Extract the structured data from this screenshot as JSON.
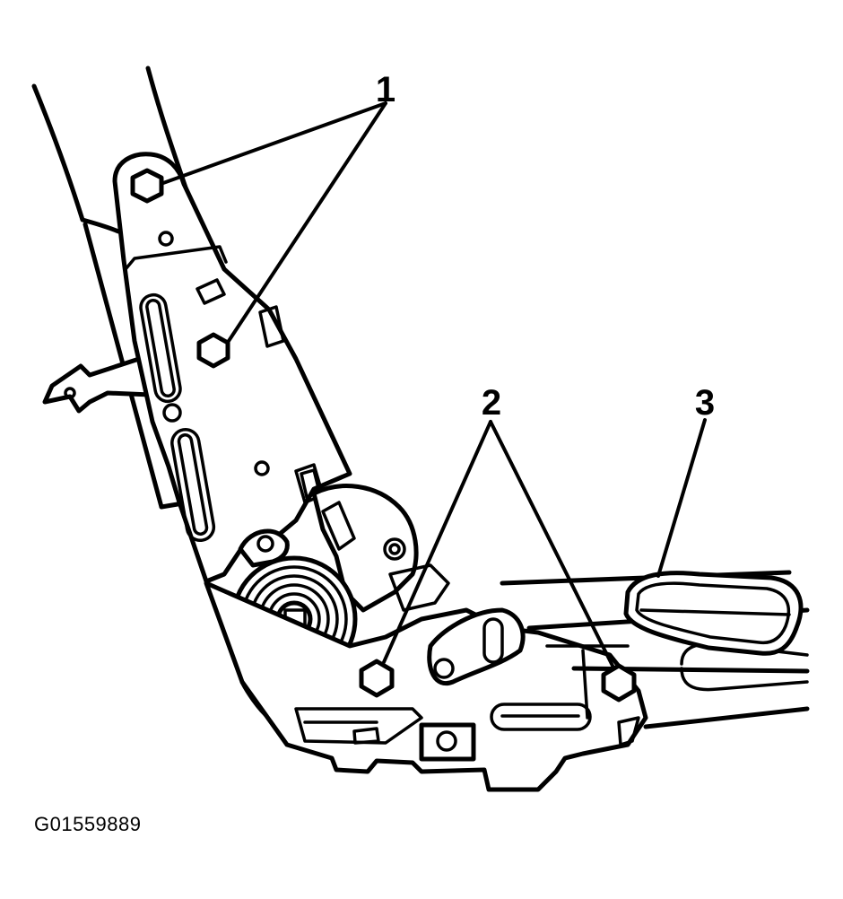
{
  "callouts": {
    "one": "1",
    "two": "2",
    "three": "3"
  },
  "figure_id": "G01559889",
  "colors": {
    "ink": "#000000",
    "paper": "#ffffff"
  }
}
